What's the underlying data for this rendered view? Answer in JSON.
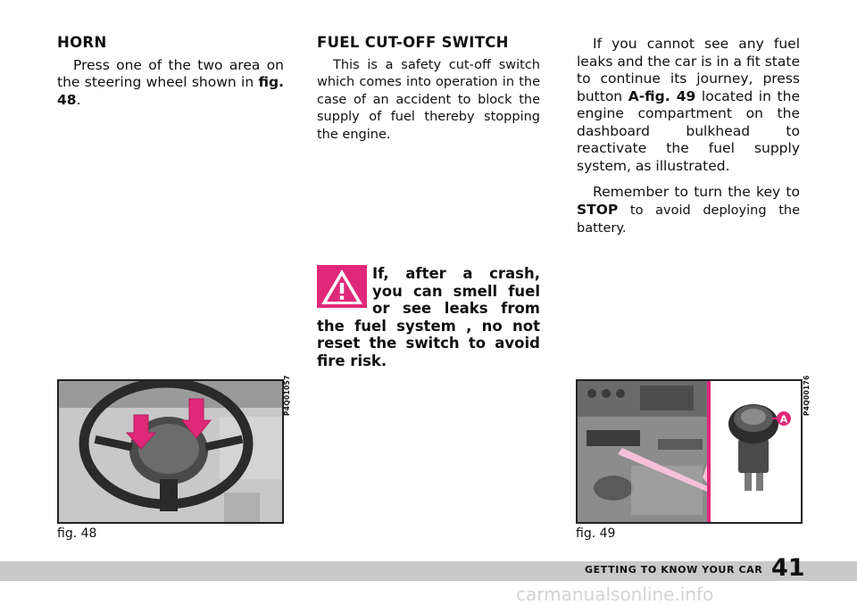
{
  "horn": {
    "heading": "HORN",
    "text": "Press one of the two area on the steering wheel shown in ",
    "ref": "fig. 48",
    "end": "."
  },
  "fuel": {
    "heading": "FUEL CUT-OFF SWITCH",
    "text": "This is a safety cut-off switch which comes into operation in the case of an accident to block the supply of fuel thereby stopping the engine."
  },
  "warning": {
    "text": "If, after a crash, you can smell fuel or see leaks from the fuel system , no not reset the switch to avoid fire risk.",
    "color": "#e0287a"
  },
  "right": {
    "p1_a": "If you cannot see any fuel leaks and the car is in a fit state to continue its journey, press button ",
    "p1_ref": "A-fig. 49",
    "p1_b": " located in the engine compartment on the dashboard bulkhead to reactivate the fuel supply system, as illustrated.",
    "p2_a": "Remember to turn the key to ",
    "p2_stop": "STOP",
    "p2_b": " to avoid deploying the battery."
  },
  "figures": {
    "fig48": {
      "caption": "fig. 48",
      "code": "P4Q01057",
      "icon": "steering-wheel-horn-photo"
    },
    "fig49": {
      "caption": "fig. 49",
      "code": "P4Q00176",
      "icon": "fuel-cutoff-switch-photo",
      "label": "A"
    }
  },
  "footer": {
    "section": "GETTING TO KNOW YOUR CAR",
    "page": "41",
    "watermark": "carmanualsonline.info"
  }
}
